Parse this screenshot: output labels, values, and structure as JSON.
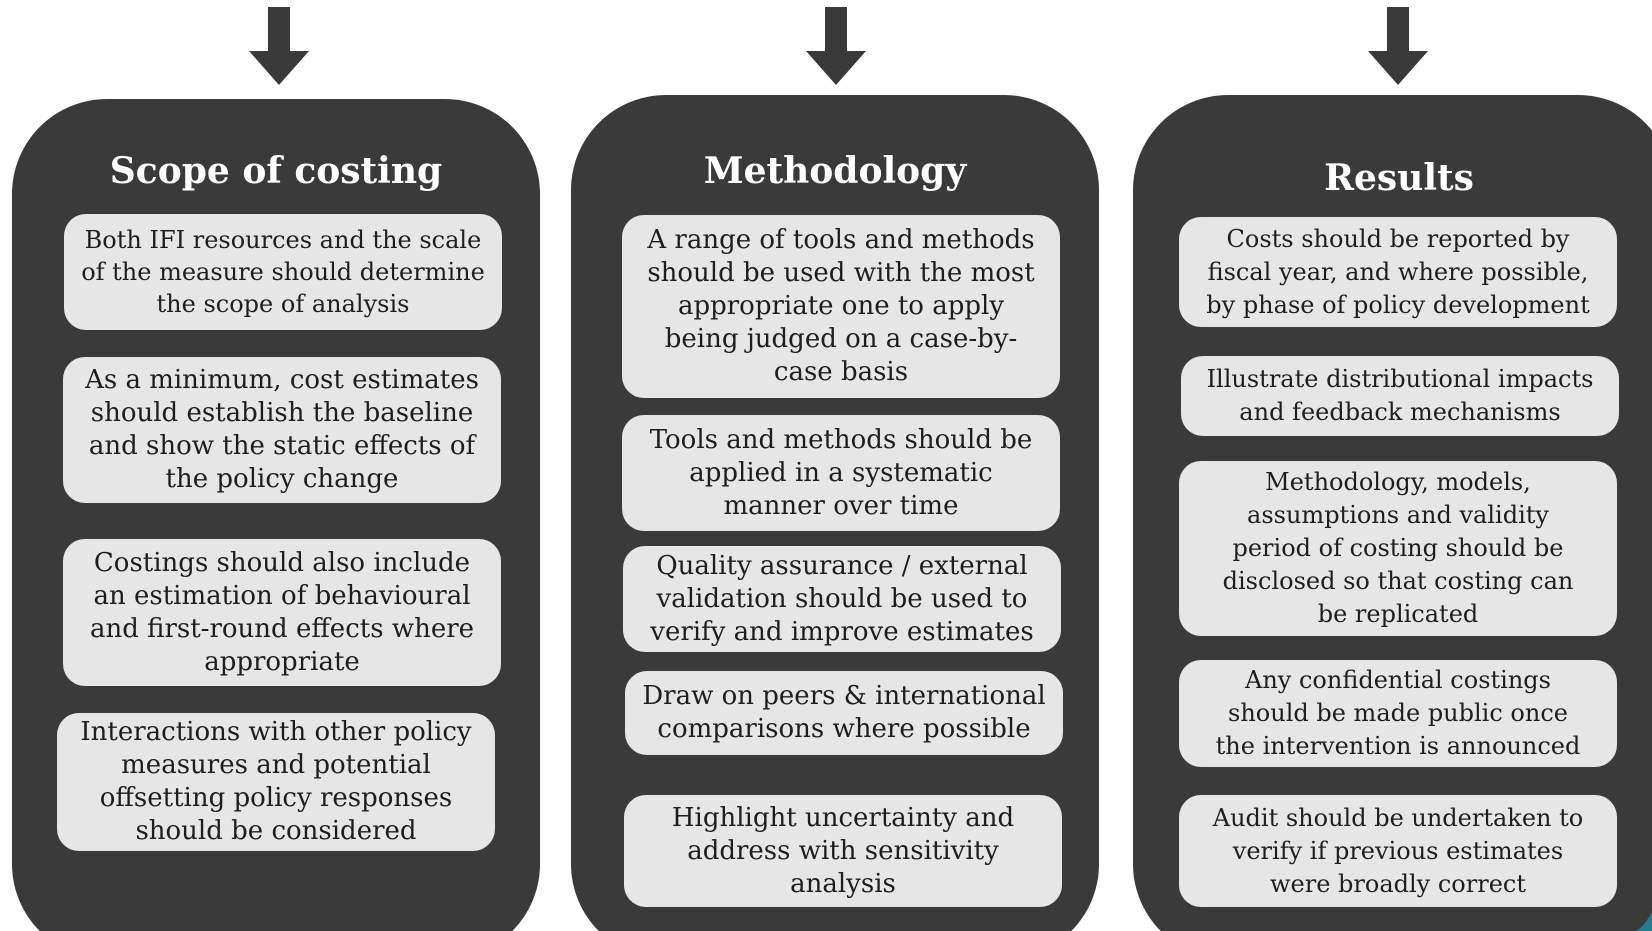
{
  "colors": {
    "panel": "#3a3a3a",
    "box": "#e6e6e6",
    "arrow": "#3a3a3a",
    "title_text": "#ffffff",
    "box_text": "#1e1e1e",
    "corner_accent": "#1f7f8a"
  },
  "icons": {
    "arrow": "down-arrow-icon"
  },
  "columns": [
    {
      "title": "Scope of costing",
      "items": [
        "Both IFI resources and the scale\nof the measure should determine\nthe scope of analysis",
        "As a minimum, cost estimates\nshould establish the baseline\nand show the static effects of\nthe policy change",
        "Costings should also include\nan estimation of behavioural\nand first-round effects where\nappropriate",
        "Interactions with other policy\nmeasures  and potential\noffsetting policy responses\nshould be considered"
      ]
    },
    {
      "title": "Methodology",
      "items": [
        "A range of tools and methods\nshould be used with the most\nappropriate one to apply\nbeing judged on a case-by-\ncase basis",
        "Tools and methods should be\napplied in a systematic\nmanner over time",
        "Quality assurance / external\nvalidation should be used to\nverify and improve estimates",
        "Draw on peers & international\ncomparisons where possible",
        "Highlight uncertainty and\naddress with sensitivity\nanalysis"
      ]
    },
    {
      "title": "Results",
      "items": [
        "Costs should be reported by\nfiscal year, and where possible,\nby phase of policy development",
        "Illustrate distributional impacts\nand feedback mechanisms",
        "Methodology, models,\nassumptions and validity\nperiod of costing should be\ndisclosed so that costing can\nbe replicated",
        "Any confidential costings\nshould be made public  once\nthe intervention is announced",
        "Audit should be undertaken to\nverify if previous estimates\nwere broadly correct"
      ]
    }
  ]
}
